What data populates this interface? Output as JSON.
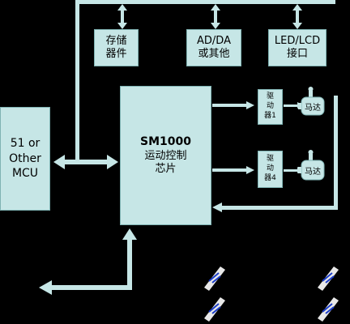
{
  "colors": {
    "background": "#000000",
    "box_fill": "#c6e6e6",
    "arrow": "#c6e6e6"
  },
  "peripherals": [
    {
      "line1": "存储",
      "line2": "器件"
    },
    {
      "line1": "AD/DA",
      "line2": "或其他"
    },
    {
      "line1": "LED/LCD",
      "line2": "接口"
    }
  ],
  "mcu": {
    "line1": "51 or",
    "line2": "Other",
    "line3": "MCU"
  },
  "controller": {
    "title": "SM1000",
    "line1": "运动控制",
    "line2": "芯片"
  },
  "drivers": [
    {
      "line1": "驱",
      "line2": "动",
      "line3": "器1"
    },
    {
      "line1": "驱",
      "line2": "动",
      "line3": "器4"
    }
  ],
  "motors": [
    {
      "label": "马达"
    },
    {
      "label": "马达"
    }
  ],
  "encoder_icons": [
    "encoder-icon",
    "encoder-icon",
    "encoder-icon",
    "encoder-icon"
  ]
}
